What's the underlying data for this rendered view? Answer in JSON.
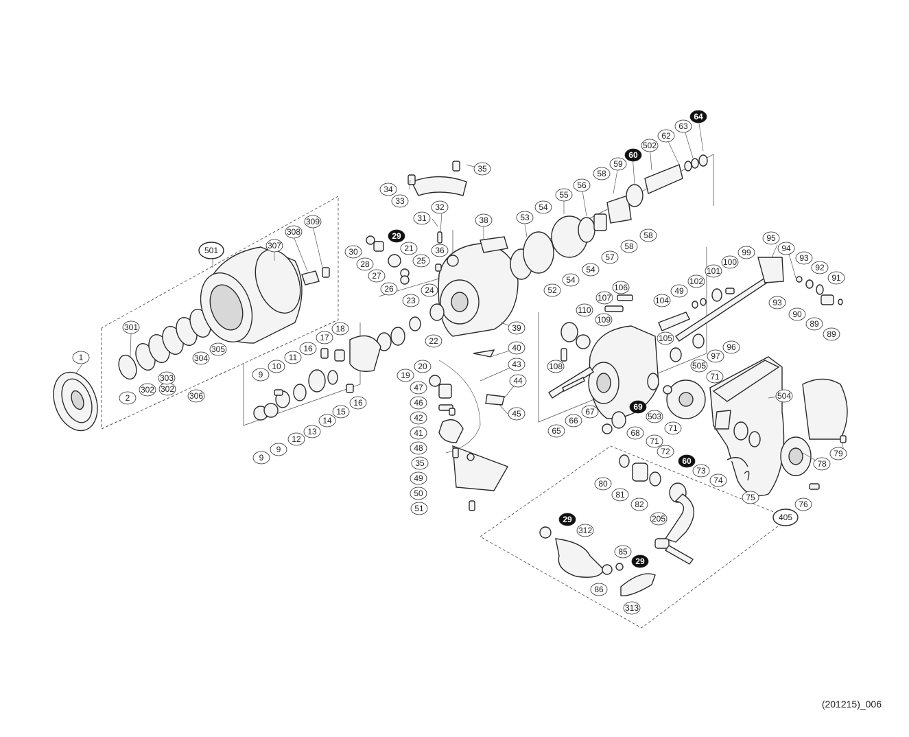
{
  "callouts": [
    {
      "label": "1"
    },
    {
      "label": "2"
    },
    {
      "label": "301"
    },
    {
      "label": "302"
    },
    {
      "label": "302"
    },
    {
      "label": "303"
    },
    {
      "label": "304"
    },
    {
      "label": "305"
    },
    {
      "label": "306"
    },
    {
      "label": "307"
    },
    {
      "label": "308"
    },
    {
      "label": "309"
    },
    {
      "label": "501",
      "variant": "group"
    },
    {
      "label": "9"
    },
    {
      "label": "9"
    },
    {
      "label": "9"
    },
    {
      "label": "10"
    },
    {
      "label": "11"
    },
    {
      "label": "12"
    },
    {
      "label": "13"
    },
    {
      "label": "14"
    },
    {
      "label": "15"
    },
    {
      "label": "16"
    },
    {
      "label": "16"
    },
    {
      "label": "17"
    },
    {
      "label": "18"
    },
    {
      "label": "19"
    },
    {
      "label": "20"
    },
    {
      "label": "21"
    },
    {
      "label": "22"
    },
    {
      "label": "23"
    },
    {
      "label": "24"
    },
    {
      "label": "25"
    },
    {
      "label": "26"
    },
    {
      "label": "27"
    },
    {
      "label": "28"
    },
    {
      "label": "29",
      "variant": "dark"
    },
    {
      "label": "30"
    },
    {
      "label": "31"
    },
    {
      "label": "32"
    },
    {
      "label": "33"
    },
    {
      "label": "34"
    },
    {
      "label": "35"
    },
    {
      "label": "35"
    },
    {
      "label": "36"
    },
    {
      "label": "38"
    },
    {
      "label": "39"
    },
    {
      "label": "40"
    },
    {
      "label": "41"
    },
    {
      "label": "42"
    },
    {
      "label": "43"
    },
    {
      "label": "44"
    },
    {
      "label": "45"
    },
    {
      "label": "46"
    },
    {
      "label": "47"
    },
    {
      "label": "48"
    },
    {
      "label": "49"
    },
    {
      "label": "50"
    },
    {
      "label": "51"
    },
    {
      "label": "52"
    },
    {
      "label": "53"
    },
    {
      "label": "54"
    },
    {
      "label": "54"
    },
    {
      "label": "54"
    },
    {
      "label": "55"
    },
    {
      "label": "56"
    },
    {
      "label": "57"
    },
    {
      "label": "58"
    },
    {
      "label": "58"
    },
    {
      "label": "58"
    },
    {
      "label": "59"
    },
    {
      "label": "60",
      "variant": "dark"
    },
    {
      "label": "62"
    },
    {
      "label": "63"
    },
    {
      "label": "64",
      "variant": "dark"
    },
    {
      "label": "502"
    },
    {
      "label": "95"
    },
    {
      "label": "94"
    },
    {
      "label": "93"
    },
    {
      "label": "93"
    },
    {
      "label": "92"
    },
    {
      "label": "91"
    },
    {
      "label": "90"
    },
    {
      "label": "89"
    },
    {
      "label": "89"
    },
    {
      "label": "99"
    },
    {
      "label": "100"
    },
    {
      "label": "101"
    },
    {
      "label": "102"
    },
    {
      "label": "49"
    },
    {
      "label": "104"
    },
    {
      "label": "105"
    },
    {
      "label": "106"
    },
    {
      "label": "107"
    },
    {
      "label": "109"
    },
    {
      "label": "110"
    },
    {
      "label": "108"
    },
    {
      "label": "96"
    },
    {
      "label": "97"
    },
    {
      "label": "505"
    },
    {
      "label": "71"
    },
    {
      "label": "71"
    },
    {
      "label": "71"
    },
    {
      "label": "69",
      "variant": "dark"
    },
    {
      "label": "503"
    },
    {
      "label": "65"
    },
    {
      "label": "66"
    },
    {
      "label": "67"
    },
    {
      "label": "68"
    },
    {
      "label": "72"
    },
    {
      "label": "60",
      "variant": "dark"
    },
    {
      "label": "73"
    },
    {
      "label": "74"
    },
    {
      "label": "75"
    },
    {
      "label": "76"
    },
    {
      "label": "78"
    },
    {
      "label": "79"
    },
    {
      "label": "504"
    },
    {
      "label": "405",
      "variant": "group"
    },
    {
      "label": "80"
    },
    {
      "label": "81"
    },
    {
      "label": "82"
    },
    {
      "label": "205"
    },
    {
      "label": "29",
      "variant": "dark"
    },
    {
      "label": "312"
    },
    {
      "label": "85"
    },
    {
      "label": "29",
      "variant": "dark"
    },
    {
      "label": "86"
    },
    {
      "label": "313"
    }
  ],
  "footer_code": "(201215)_006",
  "colors": {
    "line": "#2a2a2a",
    "dark_badge": "#111111",
    "background": "#ffffff"
  }
}
